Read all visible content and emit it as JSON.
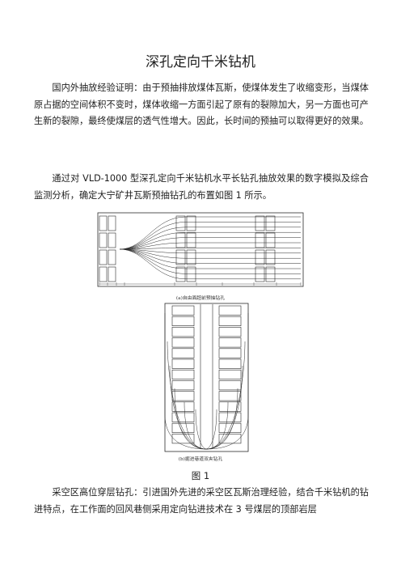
{
  "title": "深孔定向千米钻机",
  "paragraphs": [
    "国内外抽放经验证明：由于预抽排放煤体瓦斯，使煤体发生了收缩变形，当煤体原占据的空间体积不变时，煤体收缩一方面引起了原有的裂隙加大，另一方面也可产生新的裂隙，最终使煤层的透气性增大。因此，长时间的预抽可以取得更好的效果。",
    "通过对 VLD-1000 型深孔定向千米钻机水平长钻孔抽放效果的数字模拟及综合监测分析，确定大宁矿井瓦斯预抽钻孔的布置如图 1 所示。",
    "采空区高位穿层钻孔：引进国外先进的采空区瓦斯治理经验，结合千米钻机的钻进特点，在工作面的回风巷侧采用定向钻进技术在 3 号煤层的顶部岩层"
  ],
  "figure": {
    "caption_a": "(a)自由面超前预抽钻孔",
    "caption_b": "(b)掘进巷道双夹钻孔",
    "label": "图 1",
    "colors": {
      "line": "#2b2b2b",
      "panel": "#f2f2f2"
    }
  }
}
